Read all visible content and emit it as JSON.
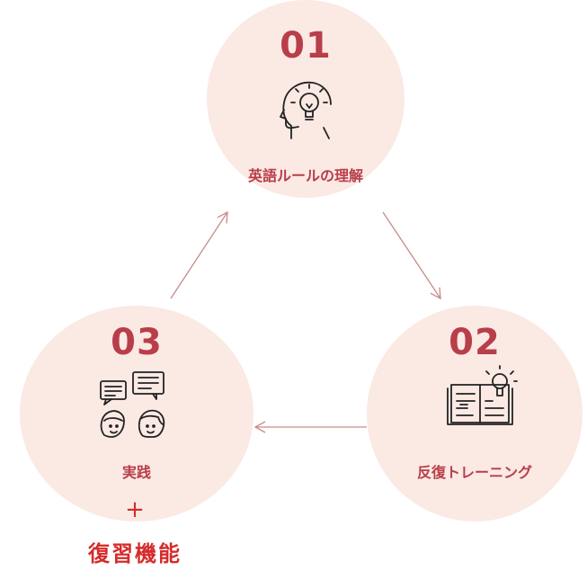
{
  "steps": [
    {
      "number": "01",
      "label": "英語ルールの理解",
      "icon": "head-lightbulb-icon"
    },
    {
      "number": "02",
      "label": "反復トレーニング",
      "icon": "book-lightbulb-icon"
    },
    {
      "number": "03",
      "label": "実践",
      "icon": "conversation-icon"
    }
  ],
  "addon": {
    "plus": "+",
    "label": "復習機能"
  },
  "colors": {
    "circle": "#fbe9e4",
    "accent": "#b83e4a",
    "arrow": "#c98a8a",
    "addon": "#d62b2b"
  }
}
